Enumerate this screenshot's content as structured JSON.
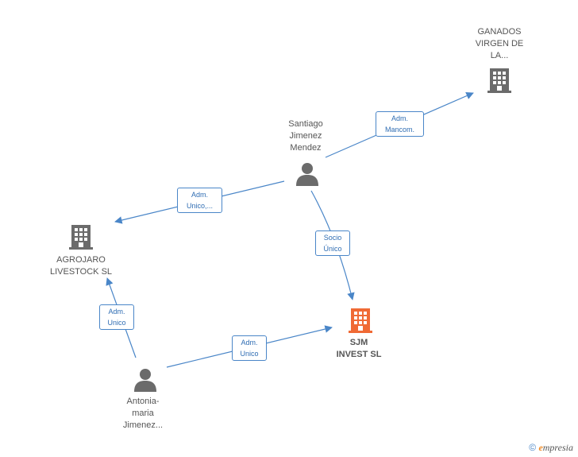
{
  "colors": {
    "edge": "#4a86c8",
    "building": "#6b6b6b",
    "main_building": "#f06a35",
    "person": "#6b6b6b"
  },
  "nodes": {
    "ganados": {
      "label": "GANADOS\nVIRGEN DE\nLA...",
      "icon": "building-icon"
    },
    "santiago": {
      "label": "Santiago\nJimenez\nMendez",
      "icon": "person-icon"
    },
    "agrojaro": {
      "label": "AGROJARO\nLIVESTOCK  SL",
      "icon": "building-icon"
    },
    "sjm": {
      "label": "SJM\nINVEST  SL",
      "icon": "building-icon"
    },
    "antonia": {
      "label": "Antonia-\nmaria\nJimenez...",
      "icon": "person-icon"
    }
  },
  "edges": {
    "santiago_ganados": "Adm.\nMancom.",
    "santiago_agrojaro": "Adm.\nUnico,...",
    "santiago_sjm": "Socio\nÚnico",
    "antonia_agrojaro": "Adm.\nUnico",
    "antonia_sjm": "Adm.\nUnico"
  },
  "watermark": {
    "copyright": "©",
    "brand_e": "e",
    "brand_rest": "mpresia"
  }
}
